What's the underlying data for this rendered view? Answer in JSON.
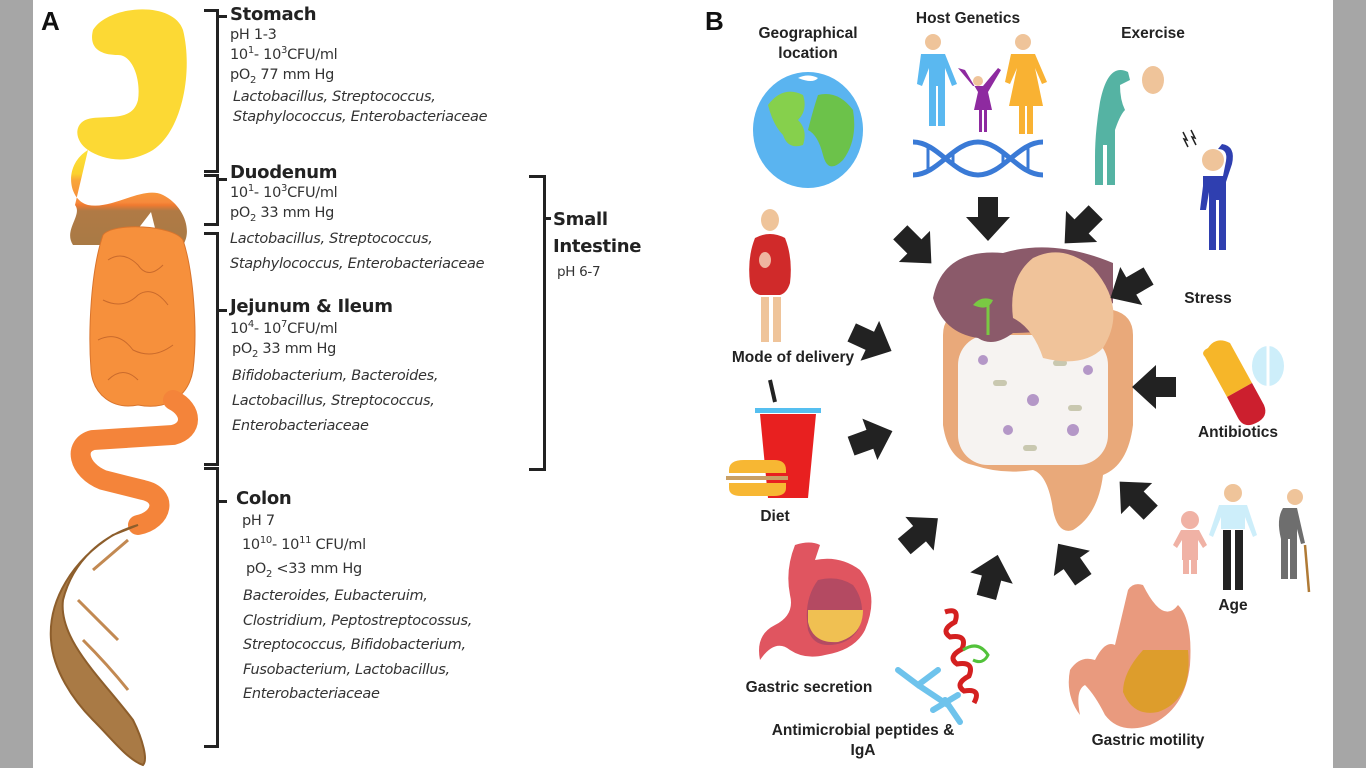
{
  "panel_a": {
    "letter": "A",
    "stomach": {
      "title": "Stomach",
      "ph": "pH 1-3",
      "cfu": {
        "base1": "10",
        "exp1": "1",
        "sep": "- ",
        "base2": "10",
        "exp2": "3",
        "unit": "CFU/ml"
      },
      "po2": {
        "prefix": "pO",
        "sub": "2",
        "value": " 77 mm Hg"
      },
      "bacteria": [
        "Lactobacillus, Streptococcus,",
        "Staphylococcus, Enterobacteriaceae"
      ]
    },
    "duodenum": {
      "title": "Duodenum",
      "cfu": {
        "base1": "10",
        "exp1": "1",
        "sep": "- ",
        "base2": "10",
        "exp2": "3",
        "unit": "CFU/ml"
      },
      "po2": {
        "prefix": "pO",
        "sub": "2",
        "value": " 33 mm Hg"
      },
      "bacteria": [
        "Lactobacillus, Streptococcus,",
        "Staphylococcus, Enterobacteriaceae"
      ]
    },
    "jejunum_ileum": {
      "title": "Jejunum & Ileum",
      "cfu": {
        "base1": "10",
        "exp1": "4",
        "sep": "- ",
        "base2": "10",
        "exp2": "7",
        "unit": "CFU/ml"
      },
      "po2": {
        "prefix": "pO",
        "sub": "2",
        "value": " 33 mm Hg"
      },
      "bacteria": [
        "Bifidobacterium, Bacteroides,",
        "Lactobacillus, Streptococcus,",
        "Enterobacteriaceae"
      ]
    },
    "small_intestine": {
      "title_line1": "Small",
      "title_line2": "Intestine",
      "ph": "pH 6-7"
    },
    "colon": {
      "title": "Colon",
      "ph": "pH 7",
      "cfu": {
        "base1": "10",
        "exp1": "10",
        "sep": "- ",
        "base2": "10",
        "exp2": "11",
        "unit": " CFU/ml"
      },
      "po2": {
        "prefix": "pO",
        "sub": "2",
        "value": " <33 mm Hg"
      },
      "bacteria": [
        "Bacteroides, Eubacteruim,",
        "Clostridium, Peptostreptocossus,",
        "Streptococcus, Bifidobacterium,",
        "Fusobacterium, Lactobacillus,",
        "Enterobacteriaceae"
      ]
    }
  },
  "panel_b": {
    "letter": "B",
    "factors": {
      "geographical": [
        "Geographical",
        "location"
      ],
      "host_genetics": "Host Genetics",
      "exercise": "Exercise",
      "stress": "Stress",
      "mode_of_delivery": "Mode of delivery",
      "antibiotics": "Antibiotics",
      "diet": "Diet",
      "age": "Age",
      "gastric_secretion": "Gastric secretion",
      "antimicrobial": [
        "Antimicrobial peptides &",
        "IgA"
      ],
      "gastric_motility": "Gastric motility"
    },
    "colors": {
      "arrow": "#222222",
      "ocean": "#5ab4f0",
      "land": "#6cc24a",
      "father": "#5ab8f0",
      "mother": "#f9b233",
      "child": "#8e2aa0",
      "dna": "#3a7ad6",
      "exercise": "#55b3a3",
      "stress": "#2f3fb0",
      "mother_dress": "#d02a2a",
      "skin": "#efc49a",
      "cup": "#e82020",
      "cup_lid": "#55bff0",
      "burger": "#f7b733",
      "pill_yellow": "#f6b629",
      "pill_red": "#cc1f2e",
      "tablet": "#cdeefa",
      "adult_shirt": "#cdeefa",
      "elder": "#6e6e6e",
      "baby": "#f0b2a5",
      "liver": "#8b5a6a",
      "intestine": "#e9a97a",
      "stomach_wall": "#e05560",
      "stomach_fill": "#f0c052",
      "antibody": "#6ec3ec",
      "helix": "#d42020"
    }
  }
}
